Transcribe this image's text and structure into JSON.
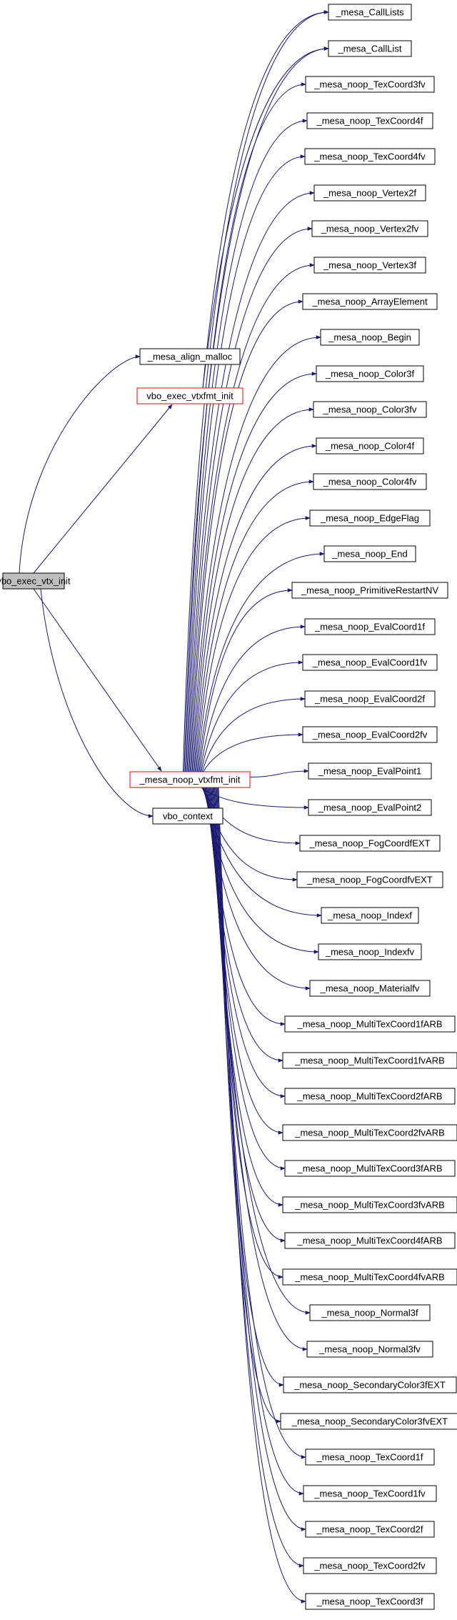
{
  "colors": {
    "edge": "#191970",
    "root_fill": "#bfbfbf",
    "node_border": "#000000",
    "highlight_border": "#ff0000",
    "background": "#ffffff"
  },
  "nodes": {
    "root": "vbo_exec_vtx_init",
    "align_malloc": "_mesa_align_malloc",
    "vtxfmt_init": "vbo_exec_vtxfmt_init",
    "noop_vtxfmt_init": "_mesa_noop_vtxfmt_init",
    "vbo_context": "vbo_context",
    "calllists": "_mesa_CallLists",
    "calllist": "_mesa_CallList",
    "texcoord3fv_top": "_mesa_noop_TexCoord3fv",
    "texcoord4f": "_mesa_noop_TexCoord4f",
    "texcoord4fv": "_mesa_noop_TexCoord4fv",
    "vertex2f": "_mesa_noop_Vertex2f",
    "vertex2fv": "_mesa_noop_Vertex2fv",
    "vertex3f": "_mesa_noop_Vertex3f",
    "arrayelement": "_mesa_noop_ArrayElement",
    "begin": "_mesa_noop_Begin",
    "color3f": "_mesa_noop_Color3f",
    "color3fv": "_mesa_noop_Color3fv",
    "color4f": "_mesa_noop_Color4f",
    "color4fv": "_mesa_noop_Color4fv",
    "edgeflag": "_mesa_noop_EdgeFlag",
    "end": "_mesa_noop_End",
    "primitiverestart": "_mesa_noop_PrimitiveRestartNV",
    "evalcoord1f": "_mesa_noop_EvalCoord1f",
    "evalcoord1fv": "_mesa_noop_EvalCoord1fv",
    "evalcoord2f": "_mesa_noop_EvalCoord2f",
    "evalcoord2fv": "_mesa_noop_EvalCoord2fv",
    "evalpoint1": "_mesa_noop_EvalPoint1",
    "evalpoint2": "_mesa_noop_EvalPoint2",
    "fogcoordf": "_mesa_noop_FogCoordfEXT",
    "fogcoordfv": "_mesa_noop_FogCoordfvEXT",
    "indexf": "_mesa_noop_Indexf",
    "indexfv": "_mesa_noop_Indexfv",
    "materialfv": "_mesa_noop_Materialfv",
    "mtc1f": "_mesa_noop_MultiTexCoord1fARB",
    "mtc1fv": "_mesa_noop_MultiTexCoord1fvARB",
    "mtc2f": "_mesa_noop_MultiTexCoord2fARB",
    "mtc2fv": "_mesa_noop_MultiTexCoord2fvARB",
    "mtc3f": "_mesa_noop_MultiTexCoord3fARB",
    "mtc3fv": "_mesa_noop_MultiTexCoord3fvARB",
    "mtc4f": "_mesa_noop_MultiTexCoord4fARB",
    "mtc4fv": "_mesa_noop_MultiTexCoord4fvARB",
    "normal3f": "_mesa_noop_Normal3f",
    "normal3fv": "_mesa_noop_Normal3fv",
    "seccolor3f": "_mesa_noop_SecondaryColor3fEXT",
    "seccolor3fv": "_mesa_noop_SecondaryColor3fvEXT",
    "texcoord1f": "_mesa_noop_TexCoord1f",
    "texcoord1fv": "_mesa_noop_TexCoord1fv",
    "texcoord2f": "_mesa_noop_TexCoord2f",
    "texcoord2fv": "_mesa_noop_TexCoord2fv",
    "texcoord3f": "_mesa_noop_TexCoord3f"
  }
}
